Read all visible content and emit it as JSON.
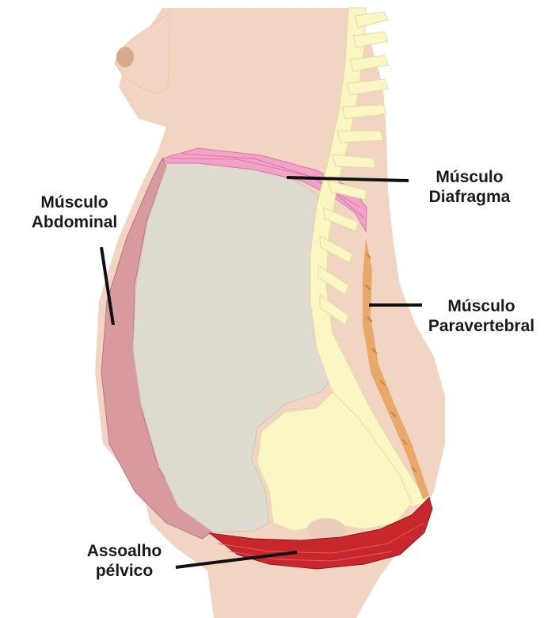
{
  "labels": {
    "diaphragm": {
      "line1": "Músculo",
      "line2": "Diafragma"
    },
    "abdominal": {
      "line1": "Músculo",
      "line2": "Abdominal"
    },
    "paravertebral": {
      "line1": "Músculo",
      "line2": "Paravertebral"
    },
    "pelvic_floor": {
      "line1": "Assoalho",
      "line2": "pélvico"
    }
  },
  "colors": {
    "skin": "#f1d5c2",
    "abdomen": "#dedad0",
    "bone": "#fbf6c4",
    "diaphragm": "#f2a2c6",
    "abdominal_muscle": "#d99a9f",
    "paravertebral": "#e8a86a",
    "pelvic_floor": "#c8272e",
    "leader_line": "#111111"
  }
}
